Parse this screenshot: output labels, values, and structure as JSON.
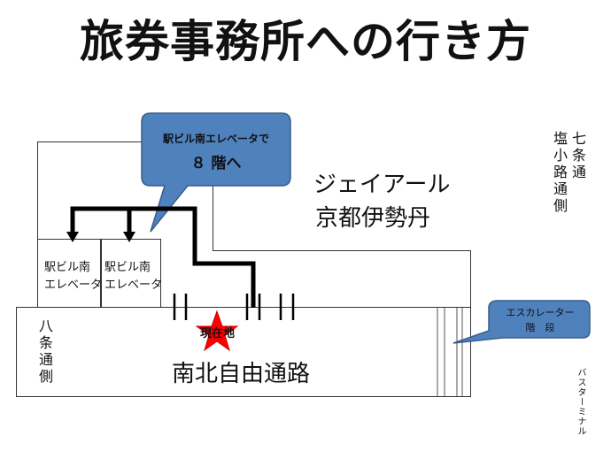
{
  "title": "旅券事務所への行き方",
  "callout_elevator": {
    "line1": "駅ビル南エレベータで",
    "line2": "８ 階へ"
  },
  "jr_isetan": {
    "line1": "ジェイアール",
    "line2": "京都伊勢丹"
  },
  "elevator_left": {
    "line1": "駅ビル南",
    "line2": "エレベータ"
  },
  "elevator_right": {
    "line1": "駅ビル南",
    "line2": "エレベータ"
  },
  "current_location": "現在地",
  "passage": "南北自由通路",
  "shichijo_street": "七条通",
  "shiokoji_street": "塩小路通側",
  "hachijo_street": "八条通側",
  "escalator": {
    "line1": "エスカレーター",
    "line2": "階　段"
  },
  "bus_terminal": "バスターミナル",
  "colors": {
    "callout": "#4F81BD",
    "callout_border": "#385D8A",
    "star": "#FF0000",
    "route": "#000000"
  }
}
